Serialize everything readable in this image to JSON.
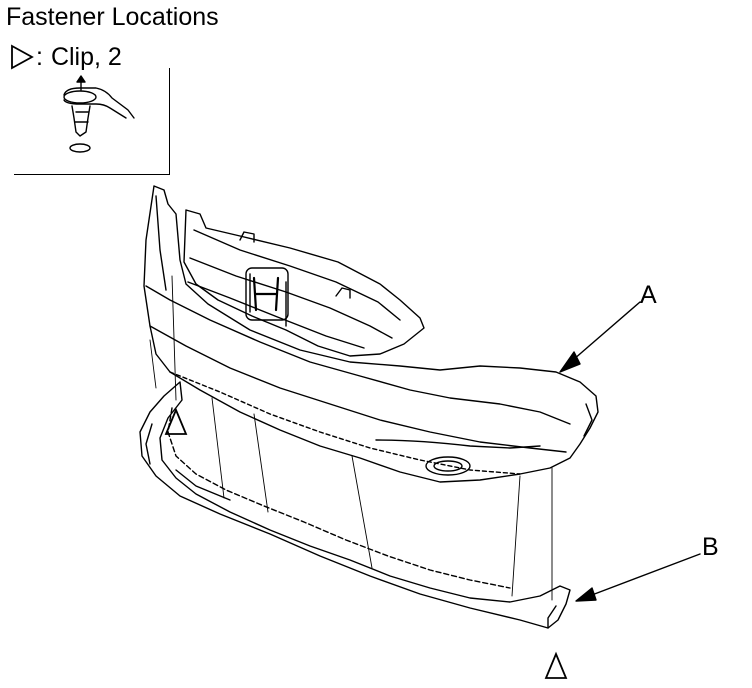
{
  "header": {
    "title": "Fastener Locations",
    "legend_separator": ":",
    "legend_text": "Clip, 2"
  },
  "callouts": {
    "a": "A",
    "b": "B"
  },
  "icons": {
    "legend_symbol": "open-triangle-right",
    "clip_marker": "open-triangle-up"
  }
}
